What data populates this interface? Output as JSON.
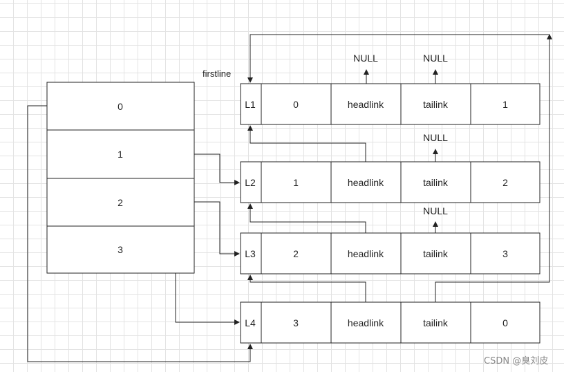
{
  "header_label": "firstline",
  "table": {
    "cells": [
      "0",
      "1",
      "2",
      "3"
    ]
  },
  "rows": [
    {
      "node": "L1",
      "first": "0",
      "head": "headlink",
      "tail": "tailink",
      "last": "1"
    },
    {
      "node": "L2",
      "first": "1",
      "head": "headlink",
      "tail": "tailink",
      "last": "2"
    },
    {
      "node": "L3",
      "first": "2",
      "head": "headlink",
      "tail": "tailink",
      "last": "3"
    },
    {
      "node": "L4",
      "first": "3",
      "head": "headlink",
      "tail": "tailink",
      "last": "0"
    }
  ],
  "null_labels": [
    "NULL",
    "NULL",
    "NULL",
    "NULL"
  ],
  "watermark": "CSDN @臭刘皮"
}
